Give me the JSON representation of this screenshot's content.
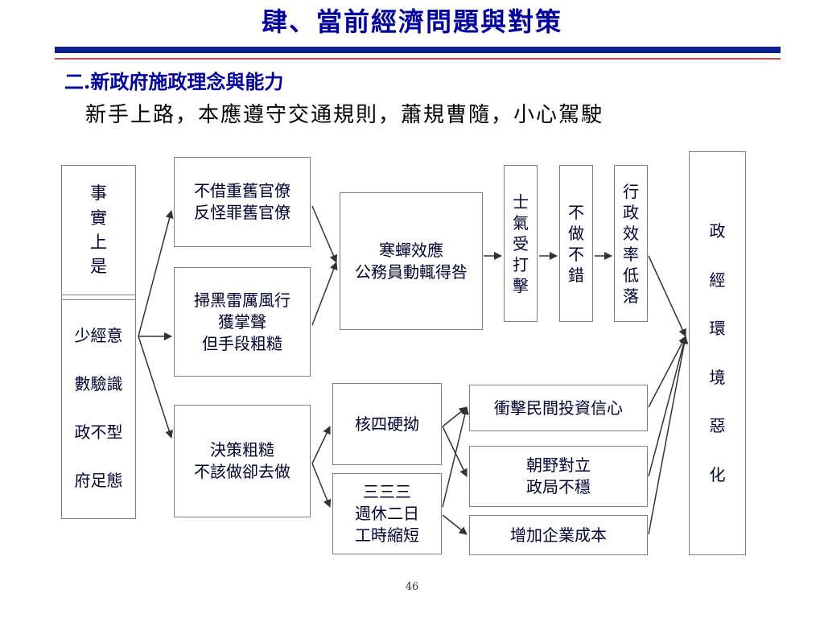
{
  "slide": {
    "title": "肆、當前經濟問題與對策",
    "section_heading": "二.新政府施政理念與能力",
    "subheading": "新手上路，本應遵守交通規則，蕭規曹隨，小心駕駛",
    "page_number": "46"
  },
  "colors": {
    "title": "#0000a0",
    "rule_thick": "#0c1f8f",
    "rule_thin": "#c0504d",
    "box_border": "#808080",
    "arrow": "#333333"
  },
  "diagram": {
    "fact_label": [
      "事",
      "實",
      "上",
      "是"
    ],
    "fact_desc": [
      "少經意",
      "數驗識",
      "政不型",
      "府足態"
    ],
    "policy1": [
      "不借重舊官僚",
      "反怪罪舊官僚"
    ],
    "policy2": [
      "掃黑雷厲風行",
      "獲掌聲",
      "但手段粗糙"
    ],
    "policy3": [
      "決策粗糙",
      "不該做卻去做"
    ],
    "cicada": [
      "寒蟬效應",
      "公務員動輒得咎"
    ],
    "morale": [
      "士",
      "氣",
      "受",
      "打",
      "擊"
    ],
    "inaction": [
      "不",
      "做",
      "不",
      "錯"
    ],
    "efficiency": [
      "行",
      "政",
      "效",
      "率",
      "低",
      "落"
    ],
    "nuclear": [
      "核四硬拗"
    ],
    "workweek": [
      "三三三",
      "週休二日",
      "工時縮短"
    ],
    "investment": [
      "衝擊民間投資信心"
    ],
    "politics": [
      "朝野對立",
      "政局不穩"
    ],
    "cost": [
      "增加企業成本"
    ],
    "result": [
      "政",
      "經",
      "環",
      "境",
      "惡",
      "化"
    ]
  }
}
